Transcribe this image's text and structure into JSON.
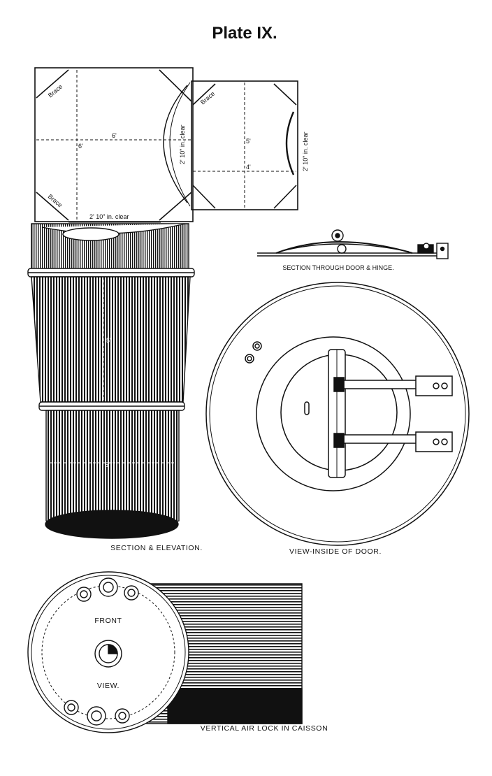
{
  "plate": {
    "title": "Plate IX."
  },
  "section_plan": {
    "brace_top": "Brace",
    "brace_bottom": "Brace",
    "brace_right": "Brace",
    "dim_width": "6'",
    "dim_height": "6'",
    "clear_bottom": "2' 10\" in. clear",
    "clear_vertical": "2' 10\" in. clear",
    "right_dim_w": "4'",
    "right_dim_h": "5'",
    "right_clear": "2' 10\" in. clear"
  },
  "elevation": {
    "dim_upper": "5'",
    "dim_lower": "5'",
    "caption": "SECTION & ELEVATION."
  },
  "hinge": {
    "caption": "SECTION THROUGH DOOR & HINGE."
  },
  "door": {
    "caption": "VIEW-INSIDE OF DOOR."
  },
  "front_view": {
    "label_front": "FRONT",
    "label_view": "VIEW.",
    "caption": "VERTICAL AIR LOCK IN CAISSON"
  },
  "colors": {
    "ink": "#111111",
    "paper": "#ffffff"
  }
}
